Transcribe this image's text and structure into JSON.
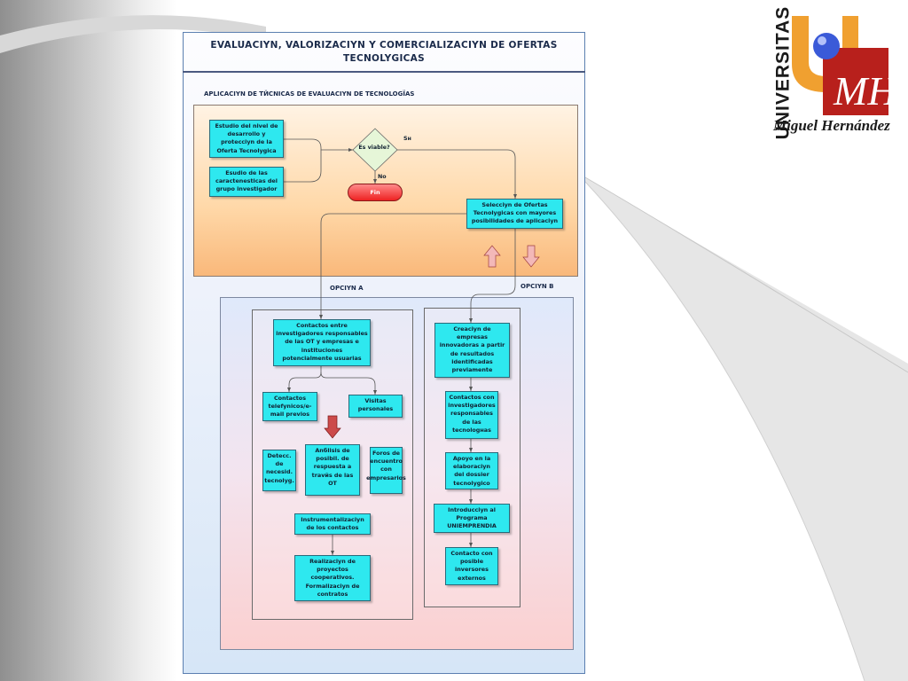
{
  "title": "EVALUACIYN, VALORIZACIYN Y COMERCIALIZACIYN DE OFERTAS TECNOLYGICAS",
  "section_heading": "APLICACIYN DE TЙCNICAS DE EVALUACIYN DE TECNOLOGЇAS",
  "option_a": "OPCIYN A",
  "option_b": "OPCIYN B",
  "top": {
    "estudio_nivel": "Estudio del nivel de desarrollo y protecciyn de la Oferta Tecnolygica",
    "estudio_caract": "Esudio de las caractenesticas del grupo investigador",
    "decision": "Es viable?",
    "yes": "Sн",
    "no": "No",
    "end": "Fin",
    "seleccion": "Selecciyn de Ofertas Tecnolygicas con mayores posibilidades de aplicaciyn"
  },
  "option_a_steps": {
    "contactos": "Contactos entre investigadores responsables de las OT y empresas e instituciones potencialmente usuarias",
    "telefonicos": "Contactos telefynicos/e-mail previos",
    "visitas": "Visitas personales",
    "detecc": "Detecc. de necesid. tecnolуg.",
    "analisis": "Anбlisis de posibil. de respuesta a travйs de las OT",
    "foros": "Foros de encuentro con empresarios",
    "instrumentalizacion": "Instrumentalizaciyn de los contactos",
    "realizacion": "Realizaciyn de proyectos cooperativos. Formalizaciyn de contratos"
  },
  "option_b_steps": {
    "creacion": "Creaciyn de empresas innovadoras a partir de resultados identificadas previamente",
    "contactos_inv": "Contactos con investigadores responsables de las tecnologнas",
    "apoyo": "Apoyo en la elaboraciyn del dossier tecnolygico",
    "introduccion": "Introducciyn al Programa UNIEMPRENDIA",
    "contacto_inversores": "Contacto con posible inversores externos"
  },
  "logo": {
    "vertical_text": "UNIVERSITAS",
    "name": "Miguel Hernández",
    "monogram": "MH"
  },
  "colors": {
    "process_box": "#2ee8ef",
    "terminal": "#ee2222",
    "top_panel": "#ffd8a8",
    "logo_red": "#b8201c",
    "logo_orange": "#f0a030"
  }
}
